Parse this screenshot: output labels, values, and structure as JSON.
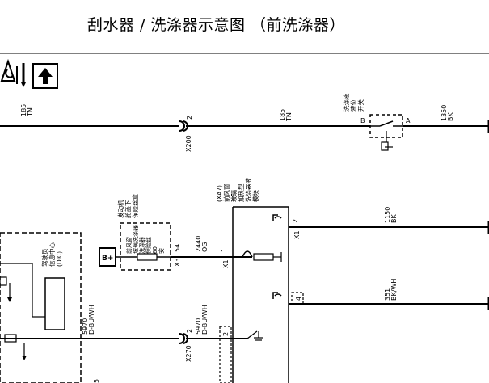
{
  "title": "刮水器 / 洗涤器示意图 （前洗涤器）",
  "wires": {
    "top_left": {
      "num": "185",
      "color": "TN"
    },
    "top_mid": {
      "num": "185",
      "color": "TN"
    },
    "top_right": {
      "num": "1350",
      "color": "BK"
    },
    "mid_a": {
      "num": "2440",
      "color": "OG"
    },
    "pump_2": {
      "num": "1150",
      "color": "BK"
    },
    "pump_4": {
      "num": "351",
      "color": "BK/WH"
    },
    "dic_left": {
      "num": "5970",
      "color": "D-BU/WH"
    },
    "dic_right": {
      "num": "5970",
      "color": "D-BU/WH"
    },
    "bottom_stub": "5"
  },
  "connectors": {
    "x200": "X200",
    "x200_pin": "2",
    "x270": "X270",
    "x270_pin": "2",
    "x3": "X3",
    "x3_pin": "54",
    "x1_a": "X1",
    "x1_a_pin": "1",
    "x1_b": "X1",
    "x1_b_pin": "2",
    "x1_c_pin": "4",
    "x1_d_pin": "2",
    "sw_b": "B",
    "sw_a": "A"
  },
  "components": {
    "washer_switch": "洗涤液\n液位\n开关",
    "fuse_box": "发动机\n舱盖下\n保险丝盒",
    "fuse": "前风窗\n玻璃洗涤器\n洗涤器\n保险丝\n60\n安",
    "b_plus": "B+",
    "pump": "(XA7)\n前风窗\n玻璃\n加热型\n洗涤器液\n模块",
    "dic": "驾驶员\n信息中心\n(DIC)"
  },
  "icons": [
    "warning-maintenance-icon",
    "up-arrow-icon"
  ]
}
